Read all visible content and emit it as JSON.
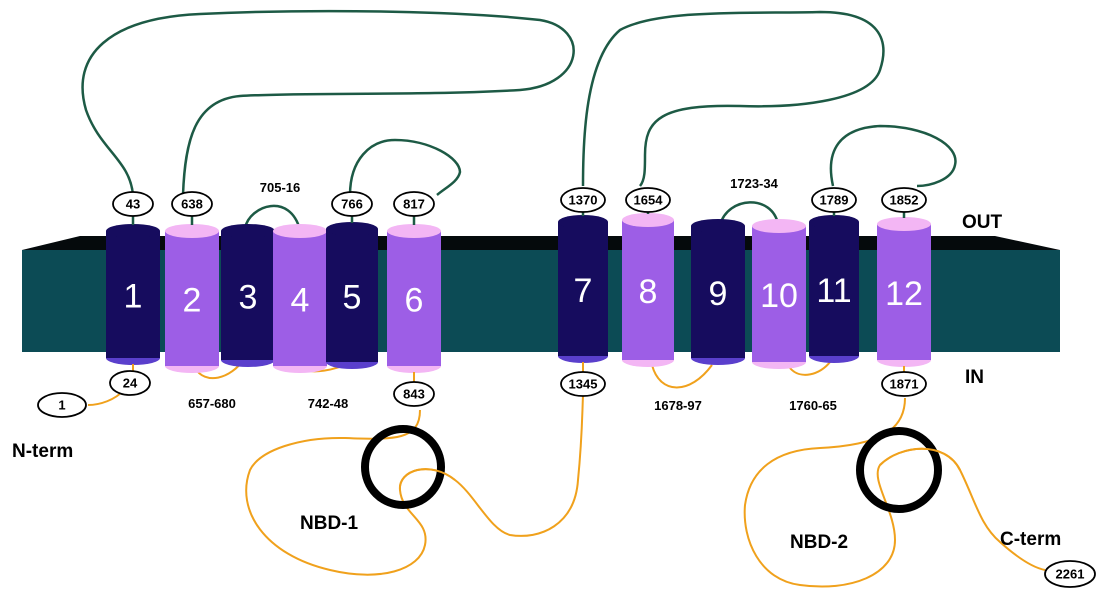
{
  "colors": {
    "membrane": "#0c4b55",
    "membrane_top": "#050a0c",
    "helix_dark": "#160c5e",
    "helix_dark_cap": "#5a3fcc",
    "helix_light": "#9d5ee6",
    "helix_light_cap": "#f3b6f4",
    "extracellular_loop": "#1d5a45",
    "intracellular_loop": "#f0a11c"
  },
  "sides": {
    "out": "OUT",
    "in": "IN"
  },
  "helices": [
    {
      "label": "1",
      "shade": "dark",
      "top_residue": "43",
      "bottom_residue": "24"
    },
    {
      "label": "2",
      "shade": "light",
      "top_residue": "638",
      "bottom_residue": ""
    },
    {
      "label": "3",
      "shade": "dark",
      "top_residue": "",
      "bottom_residue": ""
    },
    {
      "label": "4",
      "shade": "light",
      "top_residue": "",
      "bottom_residue": ""
    },
    {
      "label": "5",
      "shade": "dark",
      "top_residue": "766",
      "bottom_residue": ""
    },
    {
      "label": "6",
      "shade": "light",
      "top_residue": "817",
      "bottom_residue": "843"
    },
    {
      "label": "7",
      "shade": "dark",
      "top_residue": "1370",
      "bottom_residue": "1345"
    },
    {
      "label": "8",
      "shade": "light",
      "top_residue": "1654",
      "bottom_residue": ""
    },
    {
      "label": "9",
      "shade": "dark",
      "top_residue": "",
      "bottom_residue": ""
    },
    {
      "label": "10",
      "shade": "light",
      "top_residue": "",
      "bottom_residue": ""
    },
    {
      "label": "11",
      "shade": "dark",
      "top_residue": "1789",
      "bottom_residue": ""
    },
    {
      "label": "12",
      "shade": "light",
      "top_residue": "1852",
      "bottom_residue": "1871"
    }
  ],
  "loop_ranges": {
    "loop_3_4": "705-16",
    "loop_2_3": "657-680",
    "loop_4_5": "742-48",
    "loop_9_10": "1723-34",
    "loop_8_9": "1678-97",
    "loop_10_11": "1760-65"
  },
  "termini": {
    "n_term_label": "N-term",
    "n_term_residue": "1",
    "c_term_label": "C-term",
    "c_term_residue": "2261"
  },
  "domains": {
    "nbd1": "NBD-1",
    "nbd2": "NBD-2"
  }
}
